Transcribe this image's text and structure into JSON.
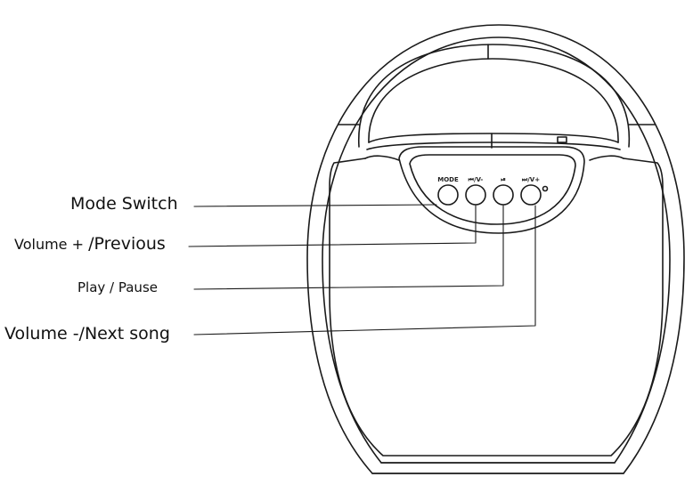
{
  "callouts": {
    "mode_switch": "Mode Switch",
    "volume_plus_prefix": "Volume  +  ",
    "previous": "/Previous",
    "play_pause": "Play / Pause",
    "volume_minus_next": "Volume -/Next song"
  },
  "panel_buttons": {
    "mode": "MODE",
    "prev_vol_minus": "⏮/V-",
    "play_pause": "⏯",
    "next_vol_plus": "⏭/V+"
  },
  "colors": {
    "line": "#1a1a1a",
    "background": "#ffffff"
  }
}
